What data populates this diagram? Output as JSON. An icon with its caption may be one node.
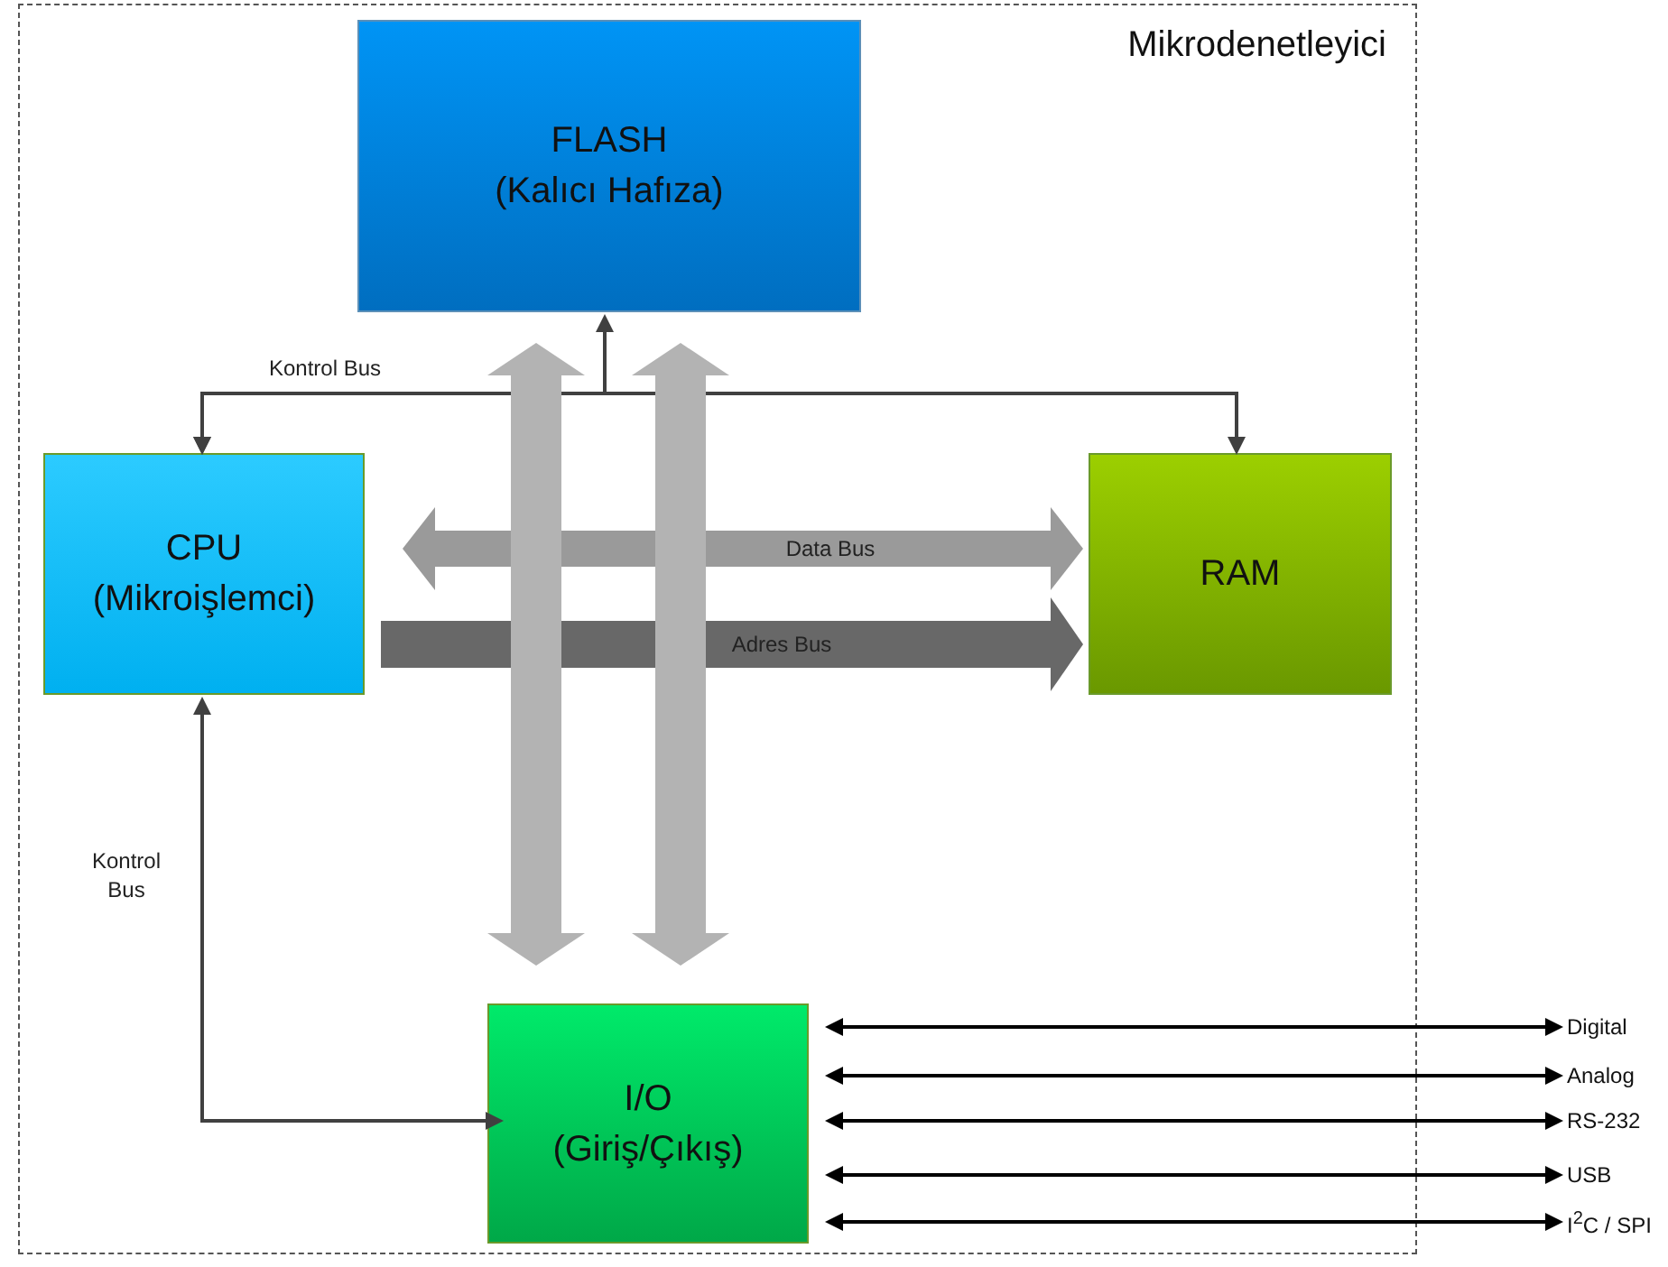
{
  "diagram": {
    "nodes": [
      {
        "text": [
          "Mikrodenetleyici"
        ]
      },
      {
        "text": [
          "FLASH",
          "(Kalıcı Hafıza)"
        ],
        "in": 0
      },
      {
        "text": [
          "CPU",
          "(Mikroişlemci)"
        ],
        "in": 0
      },
      {
        "text": [
          "RAM"
        ],
        "in": 0
      },
      {
        "text": [
          "I/O",
          "(Giriş/Çıkış)"
        ],
        "in": 0
      },
      {
        "text": [
          "Digital"
        ]
      },
      {
        "text": [
          "Analog"
        ]
      },
      {
        "text": [
          "RS-232"
        ]
      },
      {
        "text": [
          "USB"
        ]
      },
      {
        "text": [
          "I$^{2}$C / SPI"
        ]
      }
    ],
    "edges": [
      {
        "from": 2,
        "to": 1,
        "arrow": "both",
        "color": "#404040"
      },
      {
        "from": 2,
        "to": 3,
        "arrow": "both",
        "label": "Kontrol Bus",
        "color": "#404040"
      },
      {
        "from": 2,
        "to": 3,
        "arrow": "both",
        "label": "Data Bus",
        "style": "thick",
        "color": "#9a9a9a"
      },
      {
        "from": 2,
        "to": 3,
        "arrow": "to",
        "label": "Adres Bus",
        "style": "thick",
        "color": "#686868"
      },
      {
        "from": 1,
        "to": 4,
        "arrow": "both",
        "style": "thick",
        "color": "#b3b3b3"
      },
      {
        "from": 1,
        "to": 4,
        "arrow": "both",
        "style": "thick",
        "color": "#b3b3b3"
      },
      {
        "from": 2,
        "to": 4,
        "arrow": "both",
        "label": "Kontrol Bus",
        "color": "#404040"
      },
      {
        "from": 4,
        "to": 5,
        "arrow": "both"
      },
      {
        "from": 4,
        "to": 6,
        "arrow": "both"
      },
      {
        "from": 4,
        "to": 7,
        "arrow": "both"
      },
      {
        "from": 4,
        "to": 8,
        "arrow": "both"
      },
      {
        "from": 4,
        "to": 9,
        "arrow": "both"
      }
    ]
  }
}
